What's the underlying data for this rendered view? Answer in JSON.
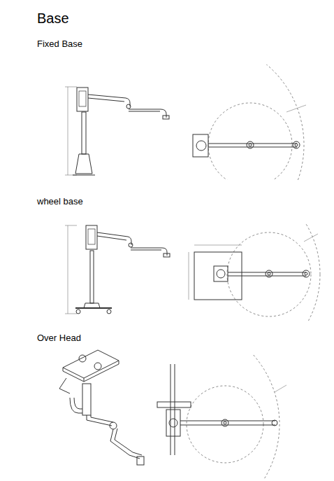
{
  "diagram": {
    "title": "Base",
    "labels": [
      "Fixed Base",
      "wheel base",
      "Over Head"
    ]
  }
}
